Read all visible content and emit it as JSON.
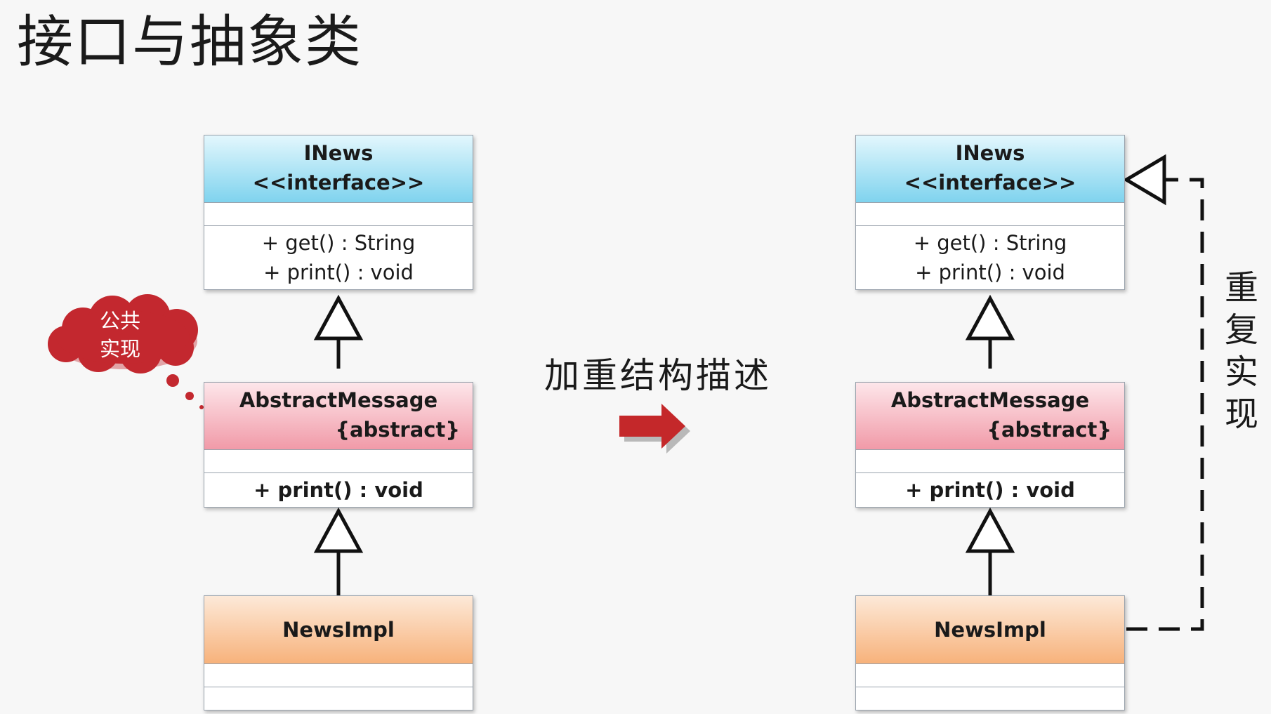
{
  "title": "接口与抽象类",
  "middle_label": "加重结构描述",
  "cloud_label": "公共实现",
  "side_label": "重复实现",
  "left": {
    "interface": {
      "name": "INews",
      "stereotype": "<<interface>>",
      "ops": [
        "+ get() : String",
        "+ print() : void"
      ]
    },
    "abstract": {
      "name": "AbstractMessage",
      "stereotype": "{abstract}",
      "ops": [
        "+ print() : void"
      ]
    },
    "impl": {
      "name": "NewsImpl"
    }
  },
  "right": {
    "interface": {
      "name": "INews",
      "stereotype": "<<interface>>",
      "ops": [
        "+ get() : String",
        "+ print() : void"
      ]
    },
    "abstract": {
      "name": "AbstractMessage",
      "stereotype": "{abstract}",
      "ops": [
        "+ print() : void"
      ]
    },
    "impl": {
      "name": "NewsImpl"
    }
  },
  "colors": {
    "interface": "#7fd3ee",
    "abstract": "#f19aa8",
    "impl": "#f7b27b",
    "cloud": "#c3282f",
    "arrow": "#c4282a"
  }
}
